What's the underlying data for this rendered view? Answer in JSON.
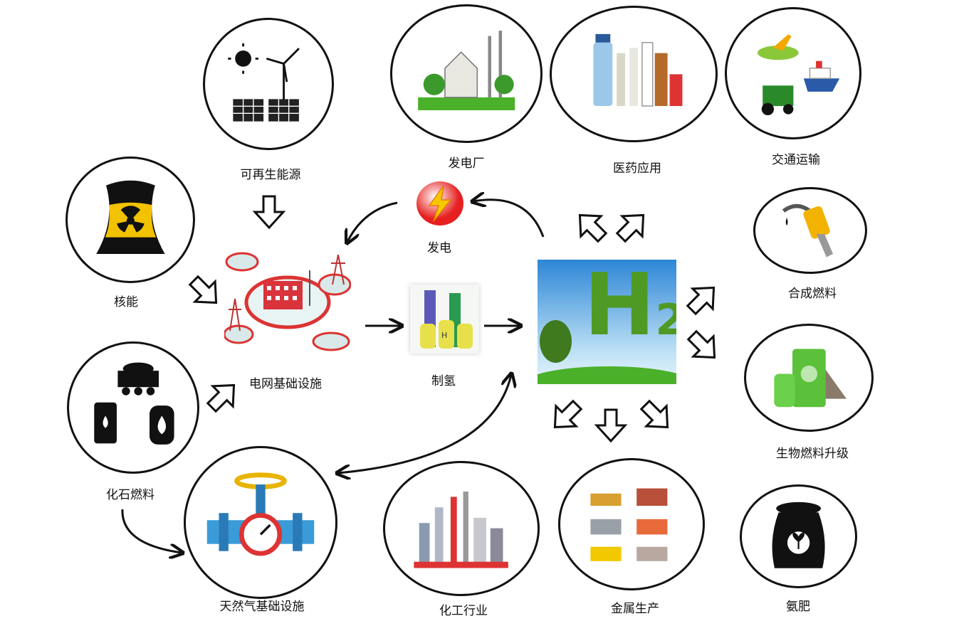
{
  "sources": {
    "renewable": "可再生能源",
    "nuclear": "核能",
    "fossil": "化石燃料"
  },
  "infrastructure": {
    "grid": "电网基础设施",
    "gas": "天然气基础设施",
    "power_generation": "发电",
    "electrolysis": "制氢"
  },
  "hub": {
    "symbol": "H",
    "subscript": "2"
  },
  "applications": {
    "power_plant": "发电厂",
    "medicine": "医药应用",
    "transport": "交通运输",
    "synthetic_fuel": "合成燃料",
    "biofuel": "生物燃料升级",
    "ammonia": "氨肥",
    "metal": "金属生产",
    "chemical": "化工行业"
  }
}
